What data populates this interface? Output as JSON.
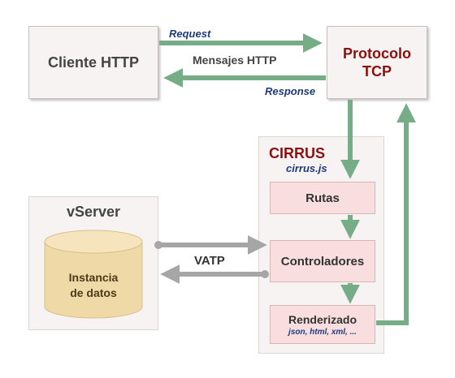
{
  "client": {
    "label": "Cliente HTTP"
  },
  "tcp": {
    "line1": "Protocolo",
    "line2": "TCP"
  },
  "http_labels": {
    "request": "Request",
    "messages": "Mensajes HTTP",
    "response": "Response"
  },
  "vserver": {
    "title": "vServer",
    "db_line1": "Instancia",
    "db_line2": "de datos"
  },
  "vatp_label": "VATP",
  "cirrus": {
    "title": "CIRRUS",
    "subtitle": "cirrus.js",
    "routes": "Rutas",
    "controllers": "Controladores",
    "renderer": "Renderizado",
    "renderer_formats": "json, html, xml, ..."
  },
  "colors": {
    "green_arrow": "#76ad87",
    "gray_arrow": "#a6a6a6",
    "cirrus_red": "#8b1010",
    "blue_text": "#1f3a78",
    "db_fill": "#efd9a6"
  }
}
